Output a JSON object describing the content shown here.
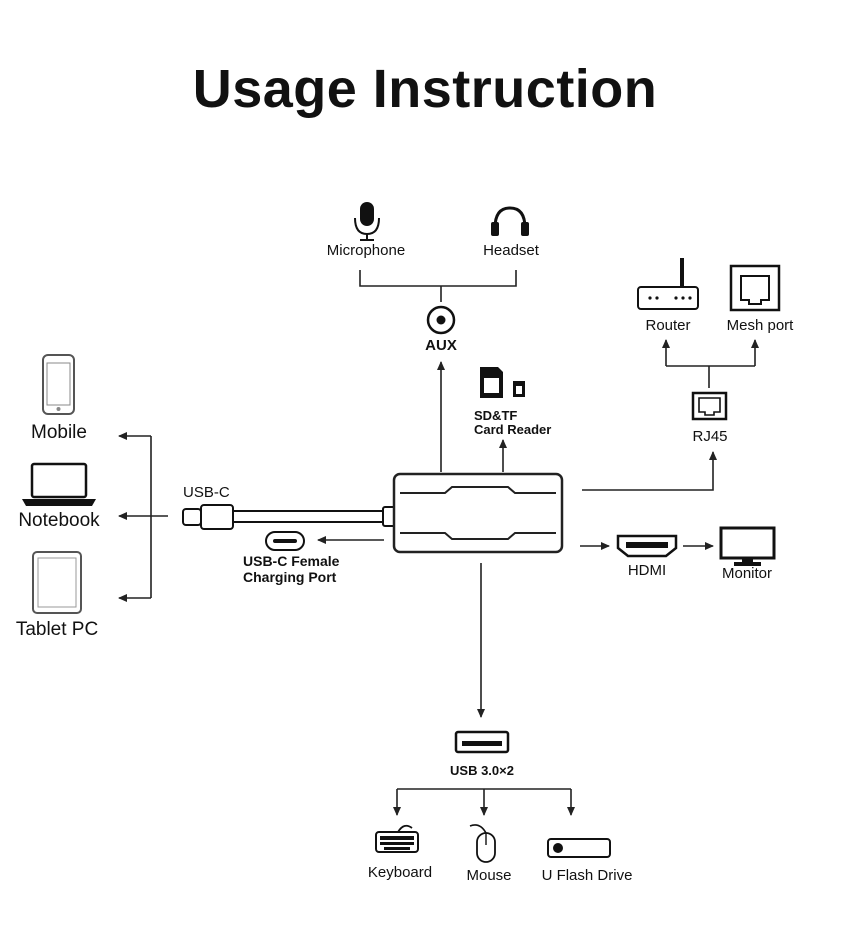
{
  "title": "Usage Instruction",
  "labels": {
    "microphone": "Microphone",
    "headset": "Headset",
    "aux": "AUX",
    "router": "Router",
    "mesh_port": "Mesh port",
    "rj45": "RJ45",
    "card_reader_line1": "SD&TF",
    "card_reader_line2": "Card Reader",
    "mobile": "Mobile",
    "notebook": "Notebook",
    "tablet": "Tablet PC",
    "usb_c": "USB-C",
    "usbc_female_line1": "USB-C Female",
    "usbc_female_line2": "Charging Port",
    "hdmi": "HDMI",
    "monitor": "Monitor",
    "usb3": "USB 3.0×2",
    "keyboard": "Keyboard",
    "mouse": "Mouse",
    "flash_drive": "U Flash Drive"
  },
  "icons": [
    "microphone-icon",
    "headset-icon",
    "aux-jack-icon",
    "router-icon",
    "mesh-port-icon",
    "rj45-icon",
    "sd-card-icon",
    "mobile-icon",
    "notebook-icon",
    "tablet-icon",
    "usb-c-plug-icon",
    "usb-c-port-icon",
    "hub-icon",
    "hdmi-port-icon",
    "monitor-icon",
    "usb-a-port-icon",
    "keyboard-icon",
    "mouse-icon",
    "flash-drive-icon"
  ]
}
